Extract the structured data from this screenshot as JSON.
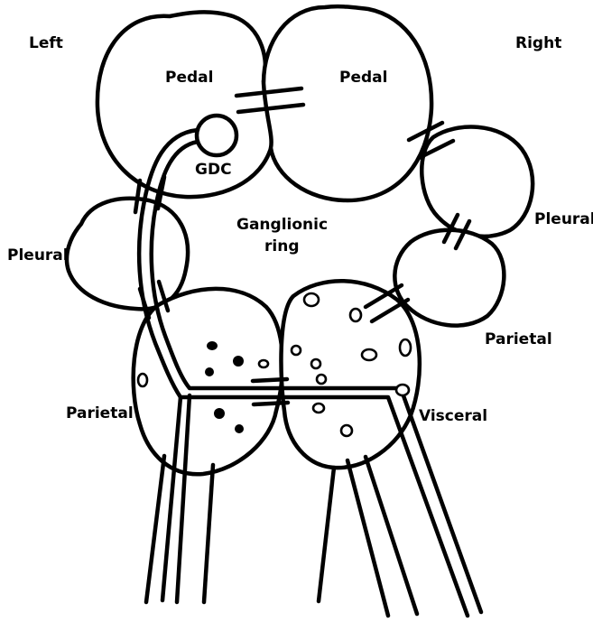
{
  "labels": {
    "side_left": "Left",
    "side_right": "Right",
    "pedal_left": "Pedal",
    "pedal_right": "Pedal",
    "gdc": "GDC",
    "ganglionic_line1": "Ganglionic",
    "ganglionic_line2": "ring",
    "pleural_left": "Pleural",
    "pleural_right": "Pleural",
    "parietal_left": "Parietal",
    "parietal_right": "Parietal",
    "visceral": "Visceral"
  }
}
